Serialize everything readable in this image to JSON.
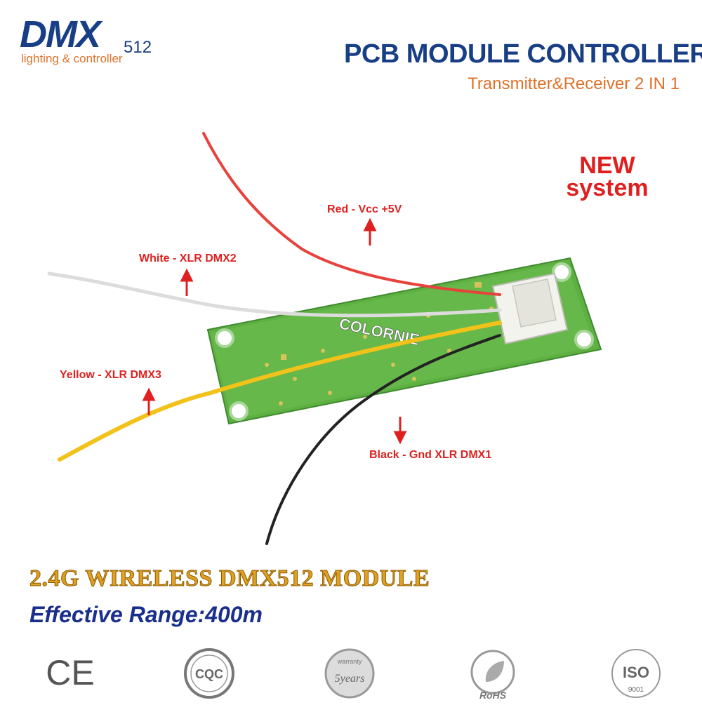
{
  "logo": {
    "main": "DMX",
    "number": "512",
    "tagline": "lighting & controller"
  },
  "header": {
    "title": "PCB MODULE CONTROLLER",
    "subtitle": "Transmitter&Receiver 2 IN 1"
  },
  "badge": {
    "line1": "NEW",
    "line2": "system"
  },
  "board": {
    "brand": "COLORNIE"
  },
  "wires": [
    {
      "label": "Red - Vcc +5V",
      "color": "#e8423c"
    },
    {
      "label": "White - XLR DMX2",
      "color": "#e8e8e8"
    },
    {
      "label": "Yellow - XLR DMX3",
      "color": "#f2c21a"
    },
    {
      "label": "Black - Gnd XLR DMX1",
      "color": "#222222"
    }
  ],
  "banner": {
    "main": "2.4G WIRELESS DMX512 MODULE",
    "range": "Effective Range:400m"
  },
  "certifications": {
    "ce": "CE",
    "cqc": "CQC",
    "warranty": "warranty",
    "years": "5years",
    "rohs": "RoHS",
    "iso": "ISO",
    "iso_number": "9001"
  },
  "colors": {
    "brand_blue": "#183f86",
    "accent_orange": "#e0722a",
    "label_red": "#e02020",
    "pcb_green": "#5fb043"
  }
}
